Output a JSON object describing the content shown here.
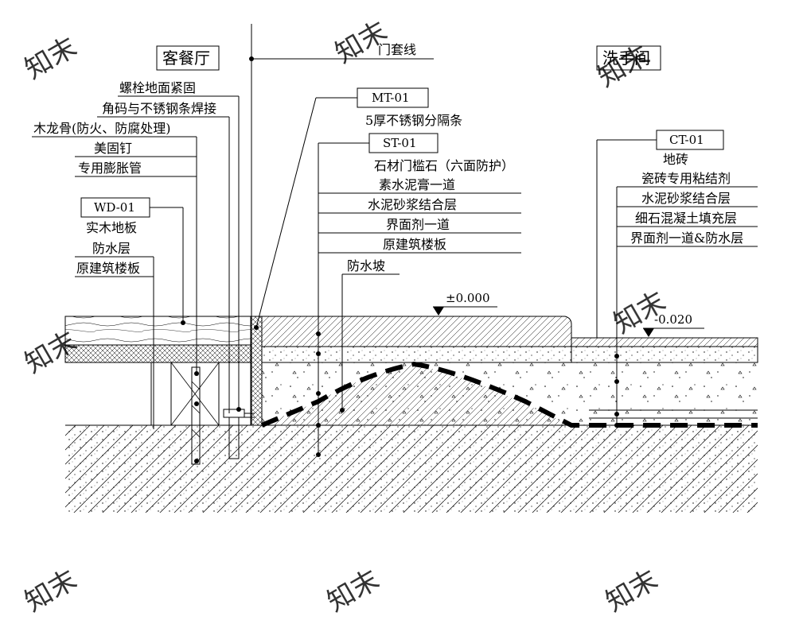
{
  "rooms": {
    "left": "客餐厅",
    "right": "洗手间"
  },
  "door_casing": "门套线",
  "metal_strip": {
    "code": "MT-01",
    "desc": "5厚不锈钢分隔条"
  },
  "left_labels": {
    "bolt": "螺栓地面紧固",
    "angle_code": "角码与不锈钢条焊接",
    "keel": "木龙骨(防火、防腐处理)",
    "nail": "美固钉",
    "tube": "专用膨胀管"
  },
  "wood": {
    "code": "WD-01",
    "layers": [
      "实木地板",
      "防水层",
      "原建筑楼板"
    ]
  },
  "stone": {
    "code": "ST-01",
    "layers": [
      "石材门槛石（六面防护）",
      "素水泥膏一道",
      "水泥砂浆结合层",
      "界面剂一道",
      "原建筑楼板"
    ]
  },
  "slope": "防水坡",
  "ceramic": {
    "code": "CT-01",
    "layers": [
      "地砖",
      "瓷砖专用粘结剂",
      "水泥砂浆结合层",
      "细石混凝土填充层",
      "界面剂一道&防水层"
    ]
  },
  "levels": {
    "zero": "±0.000",
    "minus": "-0.020"
  },
  "watermark": "知末"
}
